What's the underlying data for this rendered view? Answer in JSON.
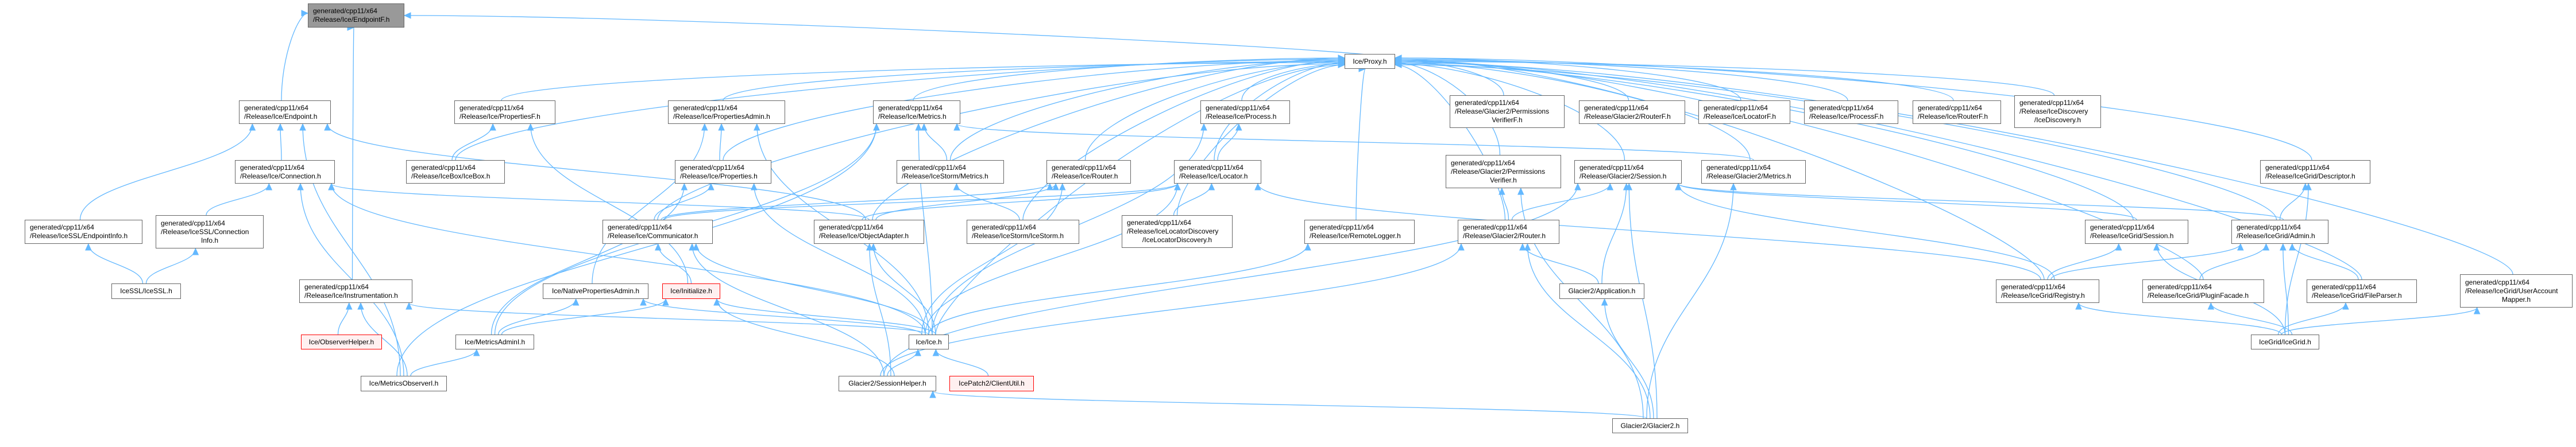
{
  "graph": {
    "type": "include-dependency-graph",
    "colors": {
      "edge": "#63b8ff",
      "node_border": "#666666",
      "current_fill": "#999999",
      "broken_border": "#ff0000",
      "broken_fill": "#fff0f0"
    },
    "nodes": [
      {
        "lines": [
          "generated/cpp11/x64",
          "/Release/Ice/EndpointF.h"
        ],
        "style": "current"
      },
      {
        "lines": [
          "Ice/Proxy.h"
        ]
      },
      {
        "lines": [
          "generated/cpp11/x64",
          "/Release/Ice/Endpoint.h"
        ]
      },
      {
        "lines": [
          "generated/cpp11/x64",
          "/Release/Ice/PropertiesF.h"
        ]
      },
      {
        "lines": [
          "generated/cpp11/x64",
          "/Release/Ice/PropertiesAdmin.h"
        ]
      },
      {
        "lines": [
          "generated/cpp11/x64",
          "/Release/Ice/Metrics.h"
        ]
      },
      {
        "lines": [
          "generated/cpp11/x64",
          "/Release/Ice/Process.h"
        ]
      },
      {
        "lines": [
          "generated/cpp11/x64",
          "/Release/Glacier2/Permissions",
          "VerifierF.h"
        ]
      },
      {
        "lines": [
          "generated/cpp11/x64",
          "/Release/Glacier2/RouterF.h"
        ]
      },
      {
        "lines": [
          "generated/cpp11/x64",
          "/Release/Ice/LocatorF.h"
        ]
      },
      {
        "lines": [
          "generated/cpp11/x64",
          "/Release/Ice/ProcessF.h"
        ]
      },
      {
        "lines": [
          "generated/cpp11/x64",
          "/Release/Ice/RouterF.h"
        ]
      },
      {
        "lines": [
          "generated/cpp11/x64",
          "/Release/IceDiscovery",
          "/IceDiscovery.h"
        ]
      },
      {
        "lines": [
          "generated/cpp11/x64",
          "/Release/Ice/Connection.h"
        ]
      },
      {
        "lines": [
          "generated/cpp11/x64",
          "/Release/IceBox/IceBox.h"
        ]
      },
      {
        "lines": [
          "generated/cpp11/x64",
          "/Release/Ice/Properties.h"
        ]
      },
      {
        "lines": [
          "generated/cpp11/x64",
          "/Release/IceStorm/Metrics.h"
        ]
      },
      {
        "lines": [
          "generated/cpp11/x64",
          "/Release/Ice/Router.h"
        ]
      },
      {
        "lines": [
          "generated/cpp11/x64",
          "/Release/Ice/Locator.h"
        ]
      },
      {
        "lines": [
          "generated/cpp11/x64",
          "/Release/Glacier2/Permissions",
          "Verifier.h"
        ]
      },
      {
        "lines": [
          "generated/cpp11/x64",
          "/Release/Glacier2/Session.h"
        ]
      },
      {
        "lines": [
          "generated/cpp11/x64",
          "/Release/Glacier2/Metrics.h"
        ]
      },
      {
        "lines": [
          "generated/cpp11/x64",
          "/Release/IceGrid/Descriptor.h"
        ]
      },
      {
        "lines": [
          "generated/cpp11/x64",
          "/Release/IceSSL/EndpointInfo.h"
        ]
      },
      {
        "lines": [
          "generated/cpp11/x64",
          "/Release/IceSSL/Connection",
          "Info.h"
        ]
      },
      {
        "lines": [
          "generated/cpp11/x64",
          "/Release/Ice/Communicator.h"
        ]
      },
      {
        "lines": [
          "generated/cpp11/x64",
          "/Release/Ice/ObjectAdapter.h"
        ]
      },
      {
        "lines": [
          "generated/cpp11/x64",
          "/Release/IceStorm/IceStorm.h"
        ]
      },
      {
        "lines": [
          "generated/cpp11/x64",
          "/Release/IceLocatorDiscovery",
          "/IceLocatorDiscovery.h"
        ]
      },
      {
        "lines": [
          "generated/cpp11/x64",
          "/Release/Ice/RemoteLogger.h"
        ]
      },
      {
        "lines": [
          "generated/cpp11/x64",
          "/Release/Glacier2/Router.h"
        ]
      },
      {
        "lines": [
          "generated/cpp11/x64",
          "/Release/IceGrid/Session.h"
        ]
      },
      {
        "lines": [
          "generated/cpp11/x64",
          "/Release/IceGrid/Admin.h"
        ]
      },
      {
        "lines": [
          "IceSSL/IceSSL.h"
        ]
      },
      {
        "lines": [
          "generated/cpp11/x64",
          "/Release/Ice/Instrumentation.h"
        ]
      },
      {
        "lines": [
          "Ice/NativePropertiesAdmin.h"
        ]
      },
      {
        "lines": [
          "Ice/Initialize.h"
        ],
        "style": "broken"
      },
      {
        "lines": [
          "Glacier2/Application.h"
        ]
      },
      {
        "lines": [
          "generated/cpp11/x64",
          "/Release/IceGrid/Registry.h"
        ]
      },
      {
        "lines": [
          "generated/cpp11/x64",
          "/Release/IceGrid/PluginFacade.h"
        ]
      },
      {
        "lines": [
          "generated/cpp11/x64",
          "/Release/IceGrid/FileParser.h"
        ]
      },
      {
        "lines": [
          "generated/cpp11/x64",
          "/Release/IceGrid/UserAccount",
          "Mapper.h"
        ]
      },
      {
        "lines": [
          "Ice/ObserverHelper.h"
        ],
        "style": "broken"
      },
      {
        "lines": [
          "Ice/MetricsAdminI.h"
        ]
      },
      {
        "lines": [
          "Ice/Ice.h"
        ]
      },
      {
        "lines": [
          "IceGrid/IceGrid.h"
        ]
      },
      {
        "lines": [
          "Ice/MetricsObserverI.h"
        ]
      },
      {
        "lines": [
          "Glacier2/SessionHelper.h"
        ]
      },
      {
        "lines": [
          "IcePatch2/ClientUtil.h"
        ],
        "style": "broken"
      },
      {
        "lines": [
          "Glacier2/Glacier2.h"
        ]
      }
    ],
    "edges": [
      [
        2,
        0
      ],
      [
        34,
        0
      ],
      [
        1,
        0
      ],
      [
        13,
        2
      ],
      [
        23,
        2
      ],
      [
        46,
        2
      ],
      [
        26,
        2
      ],
      [
        24,
        13
      ],
      [
        46,
        13
      ],
      [
        44,
        13
      ],
      [
        26,
        13
      ],
      [
        33,
        23
      ],
      [
        33,
        24
      ],
      [
        42,
        34
      ],
      [
        46,
        34
      ],
      [
        44,
        34
      ],
      [
        14,
        3
      ],
      [
        14,
        1
      ],
      [
        36,
        3
      ],
      [
        15,
        4
      ],
      [
        15,
        1
      ],
      [
        4,
        1
      ],
      [
        35,
        4
      ],
      [
        3,
        1
      ],
      [
        43,
        15
      ],
      [
        43,
        5
      ],
      [
        43,
        35
      ],
      [
        43,
        36
      ],
      [
        46,
        43
      ],
      [
        46,
        5
      ],
      [
        25,
        15
      ],
      [
        25,
        1
      ],
      [
        25,
        17
      ],
      [
        25,
        18
      ],
      [
        36,
        25
      ],
      [
        44,
        25
      ],
      [
        47,
        25
      ],
      [
        44,
        36
      ],
      [
        44,
        35
      ],
      [
        44,
        15
      ],
      [
        44,
        4
      ],
      [
        44,
        5
      ],
      [
        44,
        26
      ],
      [
        44,
        17
      ],
      [
        44,
        18
      ],
      [
        44,
        29
      ],
      [
        44,
        6
      ],
      [
        44,
        1
      ],
      [
        47,
        44
      ],
      [
        47,
        26
      ],
      [
        47,
        36
      ],
      [
        47,
        30
      ],
      [
        47,
        20
      ],
      [
        48,
        44
      ],
      [
        49,
        47
      ],
      [
        49,
        30
      ],
      [
        49,
        37
      ],
      [
        49,
        20
      ],
      [
        49,
        19
      ],
      [
        49,
        21
      ],
      [
        5,
        1
      ],
      [
        16,
        5
      ],
      [
        16,
        1
      ],
      [
        27,
        16
      ],
      [
        27,
        1
      ],
      [
        17,
        1
      ],
      [
        18,
        1
      ],
      [
        18,
        6
      ],
      [
        6,
        1
      ],
      [
        28,
        18
      ],
      [
        28,
        1
      ],
      [
        26,
        1
      ],
      [
        26,
        17
      ],
      [
        26,
        18
      ],
      [
        29,
        1
      ],
      [
        7,
        1
      ],
      [
        8,
        1
      ],
      [
        19,
        1
      ],
      [
        20,
        1
      ],
      [
        30,
        1
      ],
      [
        30,
        19
      ],
      [
        30,
        20
      ],
      [
        37,
        30
      ],
      [
        37,
        20
      ],
      [
        9,
        1
      ],
      [
        10,
        1
      ],
      [
        11,
        1
      ],
      [
        12,
        1
      ],
      [
        21,
        1
      ],
      [
        21,
        5
      ],
      [
        31,
        1
      ],
      [
        31,
        20
      ],
      [
        32,
        1
      ],
      [
        32,
        22
      ],
      [
        32,
        20
      ],
      [
        22,
        1
      ],
      [
        38,
        1
      ],
      [
        38,
        31
      ],
      [
        38,
        32
      ],
      [
        38,
        20
      ],
      [
        38,
        18
      ],
      [
        39,
        32
      ],
      [
        39,
        1
      ],
      [
        40,
        32
      ],
      [
        40,
        1
      ],
      [
        41,
        1
      ],
      [
        45,
        38
      ],
      [
        45,
        31
      ],
      [
        45,
        32
      ],
      [
        45,
        39
      ],
      [
        45,
        40
      ],
      [
        45,
        41
      ],
      [
        45,
        22
      ]
    ]
  }
}
